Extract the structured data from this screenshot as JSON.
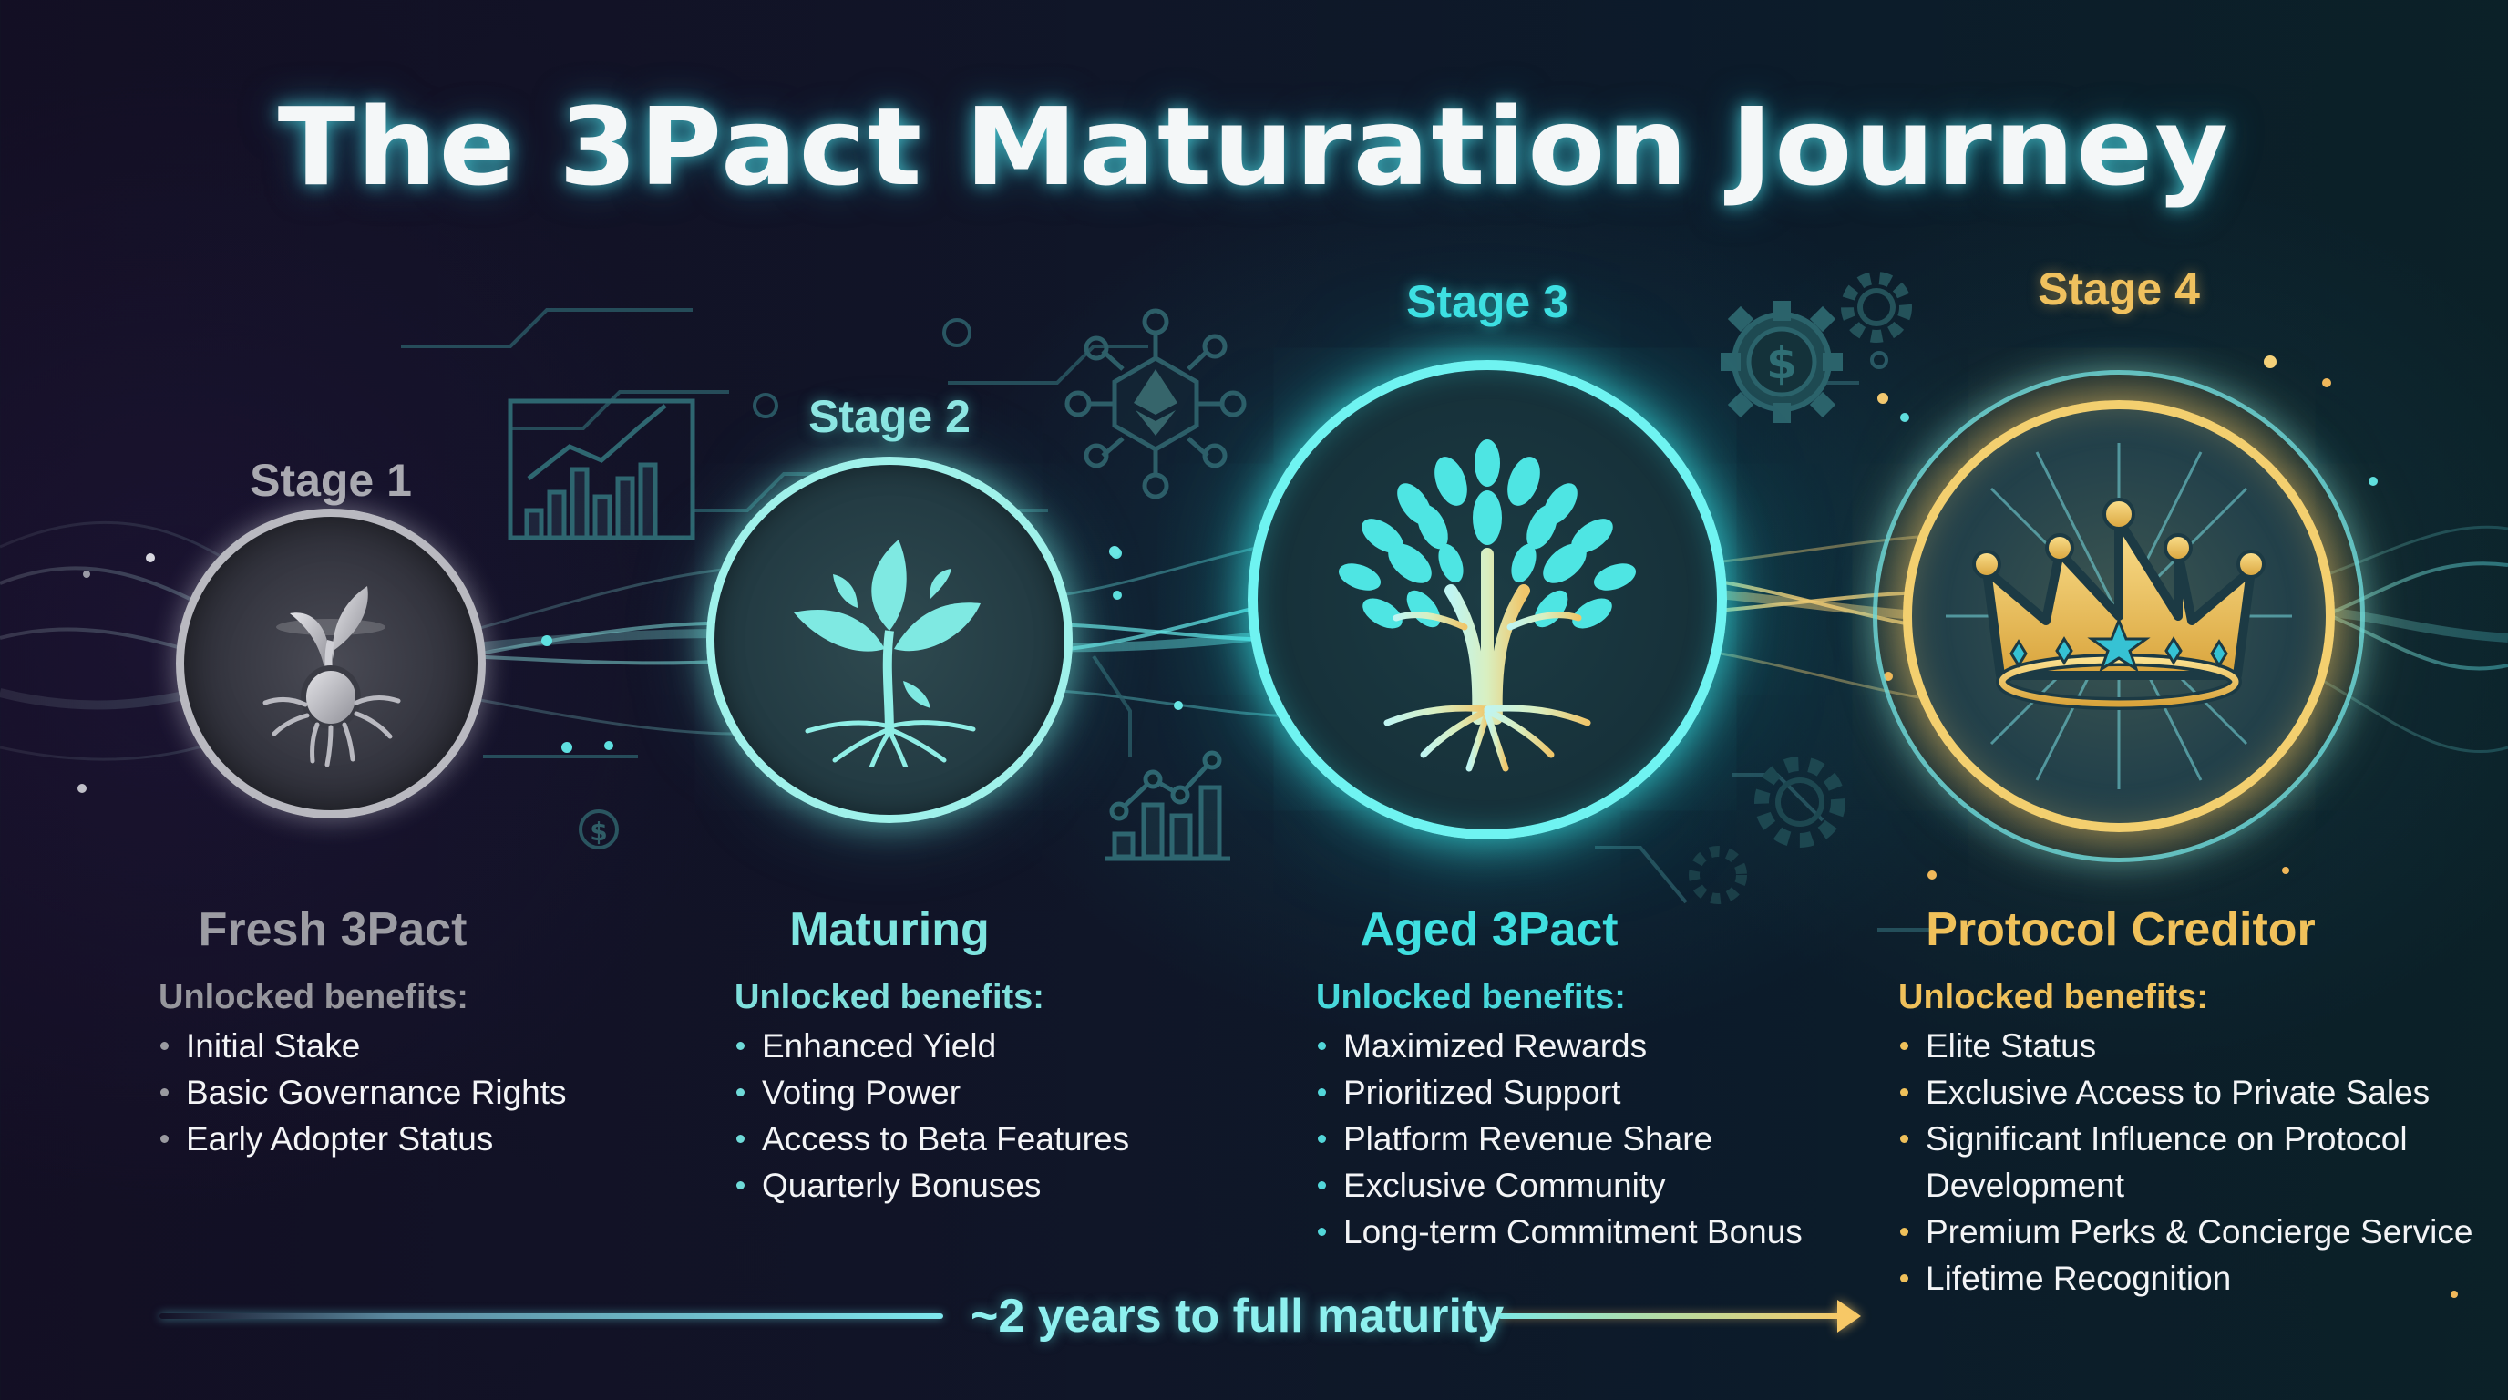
{
  "title": "The 3Pact Maturation Journey",
  "stages": [
    {
      "label": "Stage 1",
      "icon": "seed-sprout-icon",
      "name": "Fresh 3Pact",
      "benefits_header": "Unlocked benefits:",
      "benefits": [
        "Initial Stake",
        "Basic Governance Rights",
        "Early Adopter Status"
      ],
      "color": "#a9a9b0"
    },
    {
      "label": "Stage 2",
      "icon": "sapling-icon",
      "name": "Maturing",
      "benefits_header": "Unlocked benefits:",
      "benefits": [
        "Enhanced Yield",
        "Voting Power",
        "Access to Beta Features",
        "Quarterly Bonuses"
      ],
      "color": "#8fe7e3"
    },
    {
      "label": "Stage 3",
      "icon": "tree-icon",
      "name": "Aged 3Pact",
      "benefits_header": "Unlocked benefits:",
      "benefits": [
        "Maximized Rewards",
        "Prioritized Support",
        "Platform Revenue Share",
        "Exclusive Community",
        "Long-term Commitment Bonus"
      ],
      "color": "#3fe1e3"
    },
    {
      "label": "Stage 4",
      "icon": "crown-icon",
      "name": "Protocol Creditor",
      "benefits_header": "Unlocked benefits:",
      "benefits": [
        "Elite Status",
        "Exclusive Access to Private Sales",
        "Significant Influence on Protocol",
        "Development",
        "Premium Perks & Concierge Service",
        "Lifetime Recognition"
      ],
      "color": "#f0c15e"
    }
  ],
  "timeline": {
    "label": "~2 years to full maturity"
  },
  "colors": {
    "stage1": "#a9a9b0",
    "stage2": "#8fe7e3",
    "stage3": "#3fe1e3",
    "stage4": "#f0c15e",
    "background": "#111427"
  }
}
